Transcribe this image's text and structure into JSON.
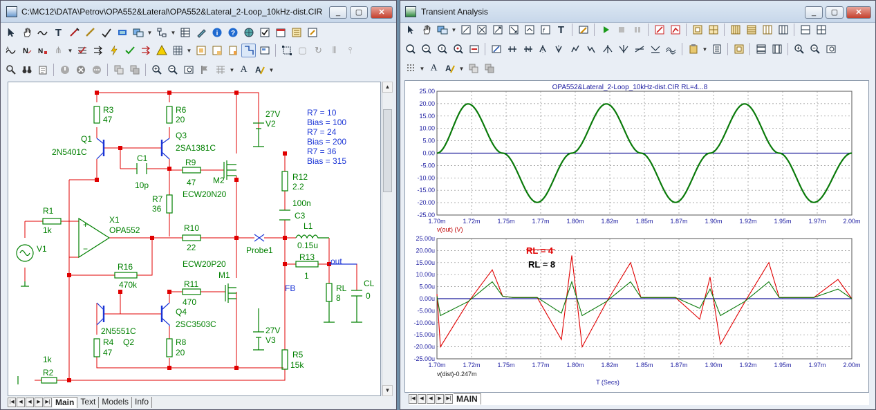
{
  "schematic_window": {
    "title": "C:\\MC12\\DATA\\Petrov\\OPA552&Lateral\\OPA552&Lateral_2-Loop_10kHz-dist.CIR",
    "controls": [
      "_",
      "▢",
      "✕"
    ],
    "tabs": [
      "Main",
      "Text",
      "Models",
      "Info"
    ],
    "active_tab": "Main"
  },
  "analysis_window": {
    "title": "Transient Analysis",
    "controls": [
      "_",
      "▢",
      "✕"
    ],
    "tabs": [
      "MAIN"
    ]
  },
  "schematic": {
    "parts": {
      "r3": "R3",
      "r3v": "47",
      "r6": "R6",
      "r6v": "20",
      "q1": "Q1",
      "q1m": "2N5401C",
      "q3": "Q3",
      "q3m": "2SA1381C",
      "c1": "C1",
      "c1v": "10p",
      "r9": "R9",
      "r9v": "47",
      "m2": "M2",
      "m2m": "ECW20N20",
      "r7": "R7",
      "r7v": "36",
      "v2v": "27V",
      "v2": "V2",
      "r1": "R1",
      "r1v": "1k",
      "v1": "V1",
      "x1": "X1",
      "x1m": "OPA552",
      "r10": "R10",
      "r10v": "22",
      "r16": "R16",
      "r16v": "470k",
      "m1m": "ECW20P20",
      "m1": "M1",
      "r11": "R11",
      "r11v": "470",
      "q4": "Q4",
      "q4m": "2SC3503C",
      "q2m": "2N5551C",
      "q2": "Q2",
      "r4": "R4",
      "r4v": "47",
      "r8": "R8",
      "r8v": "20",
      "v3v": "27V",
      "v3": "V3",
      "r2v": "1k",
      "r2": "R2",
      "r12": "R12",
      "r12v": "2.2",
      "c3v": "100n",
      "c3": "C3",
      "l1": "L1",
      "l1v": "0.15u",
      "probe": "Probe1",
      "r13": "R13",
      "r13v": "1",
      "out": "out",
      "fb": "FB",
      "rl": "RL",
      "rlv": "8",
      "cl": "CL",
      "clv": "0",
      "r5": "R5",
      "r5v": "15k"
    },
    "param_list": [
      "R7 = 10",
      "Bias = 100",
      "R7 = 24",
      "Bias = 200",
      "R7 = 36",
      "Bias = 315"
    ]
  },
  "plot": {
    "title": "OPA552&Lateral_2-Loop_10kHz-dist.CIR RL=4...8",
    "top_y_ticks": [
      "25.00",
      "20.00",
      "15.00",
      "10.00",
      "5.00",
      "0.00",
      "-5.00",
      "-10.00",
      "-15.00",
      "-20.00",
      "-25.00"
    ],
    "bottom_y_ticks": [
      "25.00u",
      "20.00u",
      "15.00u",
      "10.00u",
      "5.00u",
      "0.00u",
      "-5.00u",
      "-10.00u",
      "-15.00u",
      "-20.00u",
      "-25.00u"
    ],
    "x_ticks": [
      "1.70m",
      "1.72m",
      "1.75m",
      "1.77m",
      "1.80m",
      "1.82m",
      "1.85m",
      "1.87m",
      "1.90m",
      "1.92m",
      "1.95m",
      "1.97m",
      "2.00m"
    ],
    "top_trace_label": "v(out) (V)",
    "bottom_trace_label": "v(dist)-0.247m",
    "x_axis_title": "T (Secs)",
    "legend": [
      {
        "text": "RL = 4",
        "color": "#e00000"
      },
      {
        "text": "RL = 8",
        "color": "#000000"
      }
    ],
    "colors": {
      "trace_green": "#0a7a0a",
      "trace_red": "#e00000",
      "zero_line": "#1a1a9a",
      "axis_text": "#1a1aa0",
      "trace_label": "#c00000"
    }
  },
  "chart_data": [
    {
      "type": "line",
      "title": "OPA552&Lateral_2-Loop_10kHz-dist.CIR RL=4...8",
      "xlabel": "T (Secs)",
      "ylabel": "v(out) (V)",
      "xlim": [
        0.0017,
        0.002
      ],
      "ylim": [
        -25,
        25
      ],
      "grid": true,
      "series": [
        {
          "name": "RL = 8",
          "x": [
            0.0017,
            0.0017225,
            0.0017475,
            0.0017725,
            0.0017975,
            0.0018225,
            0.0018475,
            0.0018725,
            0.0018975,
            0.0019225,
            0.0019475,
            0.0019725,
            0.002
          ],
          "y": [
            0,
            19.9,
            0,
            -19.9,
            0,
            19.9,
            0,
            -19.9,
            0,
            19.9,
            0,
            -19.9,
            0
          ]
        }
      ]
    },
    {
      "type": "line",
      "title": "",
      "xlabel": "T (Secs)",
      "ylabel": "v(dist)-0.247m",
      "xlim": [
        0.0017,
        0.002
      ],
      "ylim": [
        -2.5e-05,
        2.5e-05
      ],
      "grid": true,
      "series": [
        {
          "name": "RL = 4",
          "x": [
            0.0017,
            0.0017025,
            0.0017225,
            0.00174,
            0.0017475,
            0.001755,
            0.0017725,
            0.00179,
            0.0017975,
            0.001805,
            0.0018225,
            0.00184,
            0.0018475,
            0.001855,
            0.0018725,
            0.00189,
            0.0018975,
            0.001905,
            0.0019225,
            0.00194,
            0.0019475,
            0.001955,
            0.0019725,
            0.00199,
            0.002
          ],
          "y": [
            2e-06,
            -2e-05,
            -1.5e-06,
            1.2e-05,
            1e-06,
            5e-07,
            5e-07,
            -1.7e-05,
            1.8e-05,
            -2e-05,
            -1.5e-06,
            1.5e-05,
            5e-07,
            5e-07,
            5e-07,
            -8.5e-06,
            9e-06,
            -1.9e-05,
            -1.5e-06,
            1.5e-05,
            5e-07,
            5e-07,
            5e-07,
            8e-06,
            0
          ]
        },
        {
          "name": "RL = 8",
          "x": [
            0.0017,
            0.0017025,
            0.0017225,
            0.00174,
            0.0017475,
            0.001755,
            0.0017725,
            0.00179,
            0.0017975,
            0.001805,
            0.0018225,
            0.00184,
            0.0018475,
            0.001855,
            0.0018725,
            0.00189,
            0.0018975,
            0.001905,
            0.0019225,
            0.00194,
            0.0019475,
            0.001955,
            0.0019725,
            0.00199,
            0.002
          ],
          "y": [
            1e-06,
            -7e-06,
            -1.2e-06,
            7e-06,
            1e-06,
            5e-07,
            5e-07,
            -6e-06,
            7e-06,
            -7e-06,
            -1.2e-06,
            7e-06,
            5e-07,
            5e-07,
            5e-07,
            -4e-06,
            4e-06,
            -7e-06,
            -1.2e-06,
            7e-06,
            5e-07,
            5e-07,
            5e-07,
            4e-06,
            0
          ]
        }
      ]
    }
  ]
}
